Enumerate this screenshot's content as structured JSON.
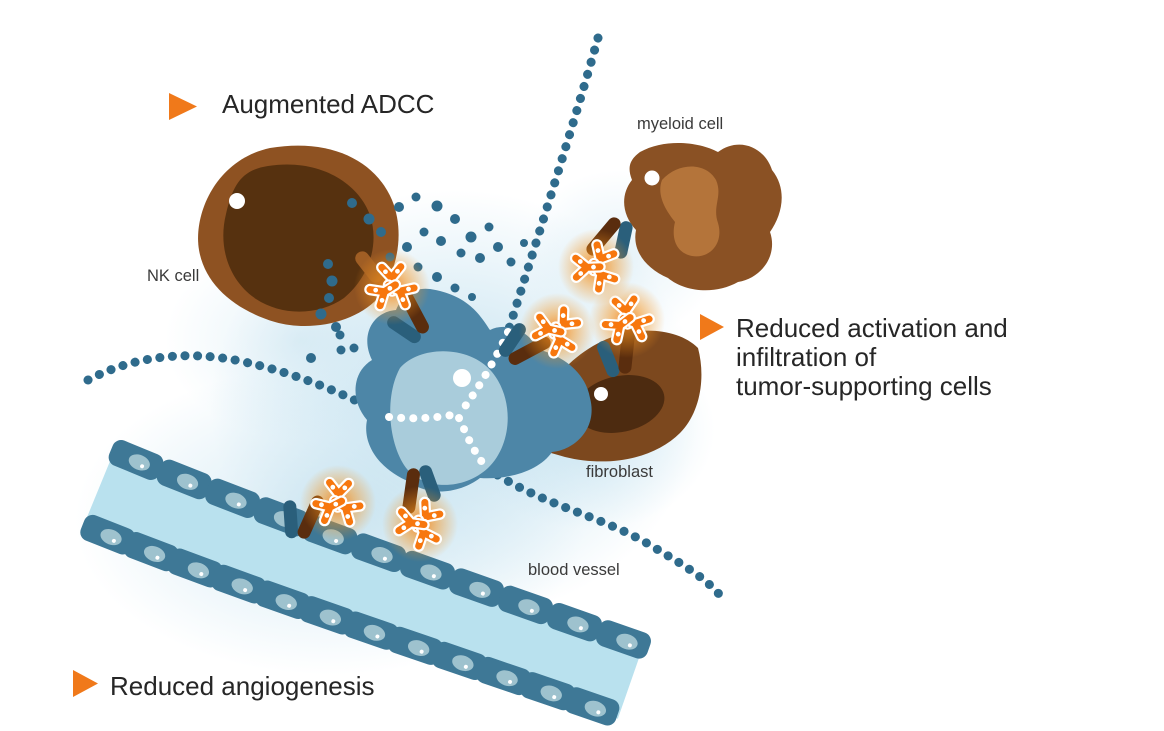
{
  "diagram": {
    "headings": {
      "adcc": "Augmented ADCC",
      "infiltration_line1": "Reduced activation and",
      "infiltration_line2": "infiltration of",
      "infiltration_line3": "tumor-supporting cells",
      "angiogenesis": "Reduced angiogenesis"
    },
    "cell_labels": {
      "myeloid": "myeloid cell",
      "nk": "NK cell",
      "fibroblast": "fibroblast",
      "blood_vessel": "blood vessel"
    },
    "colors": {
      "accent_orange": "#F0791A",
      "antibody_orange": "#F7770E",
      "dot_teal": "#2F6B8C",
      "tumor_blue": "#4D86A7",
      "tumor_inner_blue": "#A9CCDB",
      "nk_brown": "#8E5222",
      "nk_nucleus_brown": "#56310F",
      "myeloid_brown": "#8A5124",
      "myeloid_inner_brown": "#B4743A",
      "fibroblast_brown": "#7C481E",
      "endothelium_blue": "#3E7896",
      "vessel_lumen_blue": "#B9E1EE",
      "receptor_teal": "#2A5F7B",
      "receptor_brown": "#5A2D0E"
    }
  }
}
